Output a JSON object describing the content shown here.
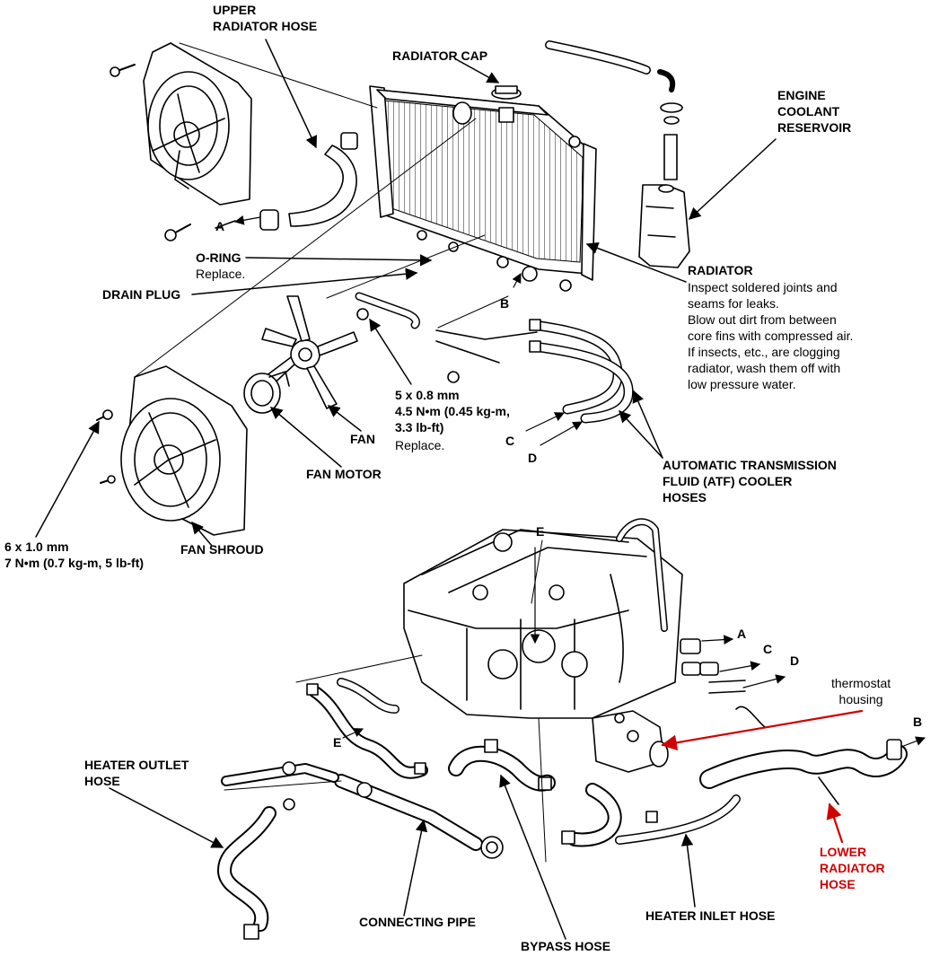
{
  "labels": {
    "upper_radiator_hose": "UPPER\nRADIATOR HOSE",
    "radiator_cap": "RADIATOR CAP",
    "engine_coolant_reservoir": "ENGINE\nCOOLANT\nRESERVOIR",
    "o_ring": "O-RING",
    "o_ring_note": "Replace.",
    "drain_plug": "DRAIN PLUG",
    "radiator": "RADIATOR",
    "radiator_note": "Inspect soldered joints and\nseams for leaks.\nBlow out dirt from between\ncore fins with compressed air.\nIf insects, etc., are clogging\nradiator, wash them off with\nlow pressure water.",
    "bolt_spec_1": "5 x 0.8 mm\n4.5 N•m (0.45 kg-m,\n3.3 lb-ft)",
    "bolt_spec_1_note": "Replace.",
    "fan": "FAN",
    "fan_motor": "FAN MOTOR",
    "atf_cooler_hoses": "AUTOMATIC TRANSMISSION\nFLUID (ATF) COOLER\nHOSES",
    "bolt_spec_2": "6 x 1.0 mm\n7 N•m (0.7 kg-m, 5 lb-ft)",
    "fan_shroud": "FAN SHROUD",
    "thermostat_housing": "thermostat\nhousing",
    "heater_outlet_hose": "HEATER OUTLET\nHOSE",
    "lower_radiator_hose": "LOWER\nRADIATOR\nHOSE",
    "connecting_pipe": "CONNECTING PIPE",
    "heater_inlet_hose": "HEATER INLET HOSE",
    "bypass_hose": "BYPASS HOSE"
  },
  "refs": {
    "a": "A",
    "b": "B",
    "c": "C",
    "d": "D",
    "e": "E"
  },
  "colors": {
    "ink": "#000000",
    "callout": "#d00000"
  }
}
